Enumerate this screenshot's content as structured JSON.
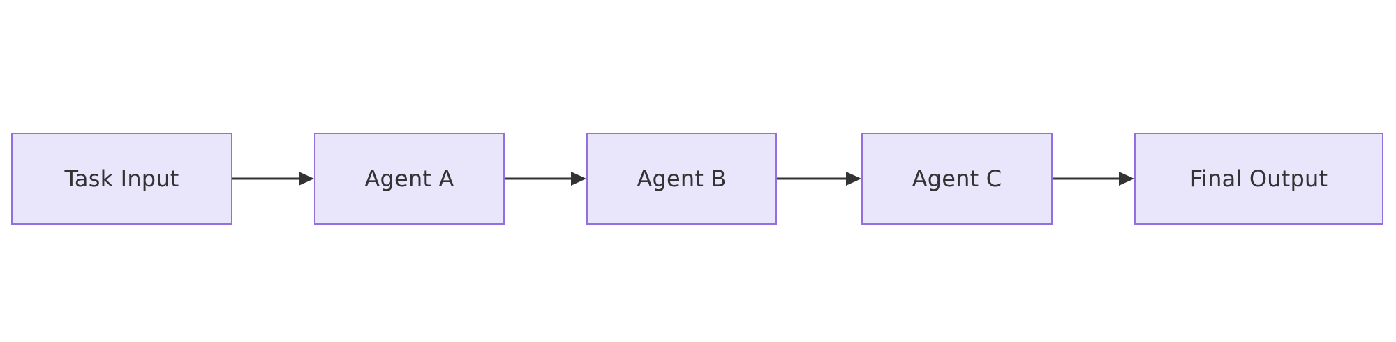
{
  "diagram": {
    "type": "flowchart",
    "orientation": "left-to-right",
    "background_color": "#ffffff",
    "node_fill_color": "#e9e5fb",
    "node_border_color": "#9370e0",
    "node_text_color": "#333333",
    "edge_color": "#333333",
    "nodes": [
      {
        "id": "task-input",
        "label": "Task Input"
      },
      {
        "id": "agent-a",
        "label": "Agent A"
      },
      {
        "id": "agent-b",
        "label": "Agent B"
      },
      {
        "id": "agent-c",
        "label": "Agent C"
      },
      {
        "id": "final-output",
        "label": "Final Output"
      }
    ],
    "edges": [
      {
        "id": "edge-task-input-agent-a",
        "from": "Task Input",
        "to": "Agent A",
        "label": "",
        "arrowhead": "solid-triangle"
      },
      {
        "id": "edge-agent-a-agent-b",
        "from": "Agent A",
        "to": "Agent B",
        "label": "",
        "arrowhead": "solid-triangle"
      },
      {
        "id": "edge-agent-b-agent-c",
        "from": "Agent B",
        "to": "Agent C",
        "label": "",
        "arrowhead": "solid-triangle"
      },
      {
        "id": "edge-agent-c-final-output",
        "from": "Agent C",
        "to": "Final Output",
        "label": "",
        "arrowhead": "solid-triangle"
      }
    ]
  }
}
